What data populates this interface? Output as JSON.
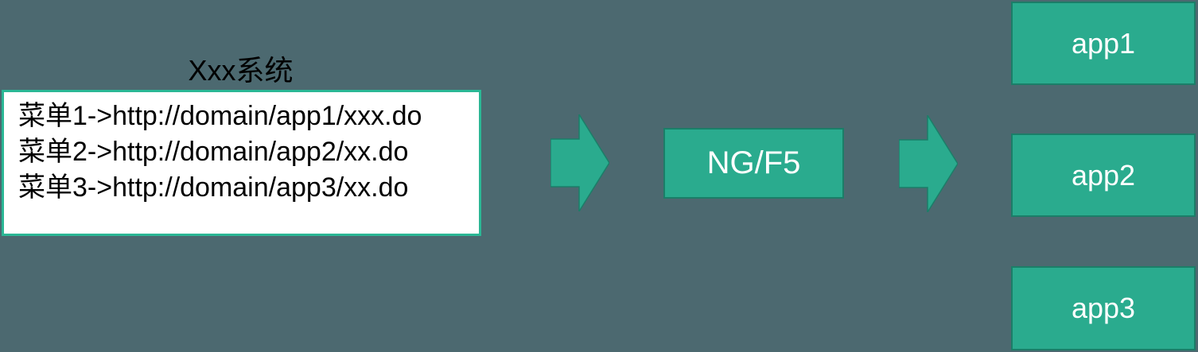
{
  "title": "Xxx系统",
  "source_box": {
    "lines": [
      "菜单1->http://domain/app1/xxx.do",
      "菜单2->http://domain/app2/xx.do",
      "菜单3->http://domain/app3/xx.do"
    ]
  },
  "load_balancer": {
    "label": "NG/F5"
  },
  "apps": [
    {
      "label": "app1"
    },
    {
      "label": "app2"
    },
    {
      "label": "app3"
    }
  ],
  "colors": {
    "background": "#4C6970",
    "box_green": "#2AAB8E",
    "box_green_border": "#1B7E68",
    "source_border": "#2BB795",
    "source_bg": "#FFFFFF",
    "text_dark": "#000000",
    "text_light": "#FFFFFF"
  }
}
